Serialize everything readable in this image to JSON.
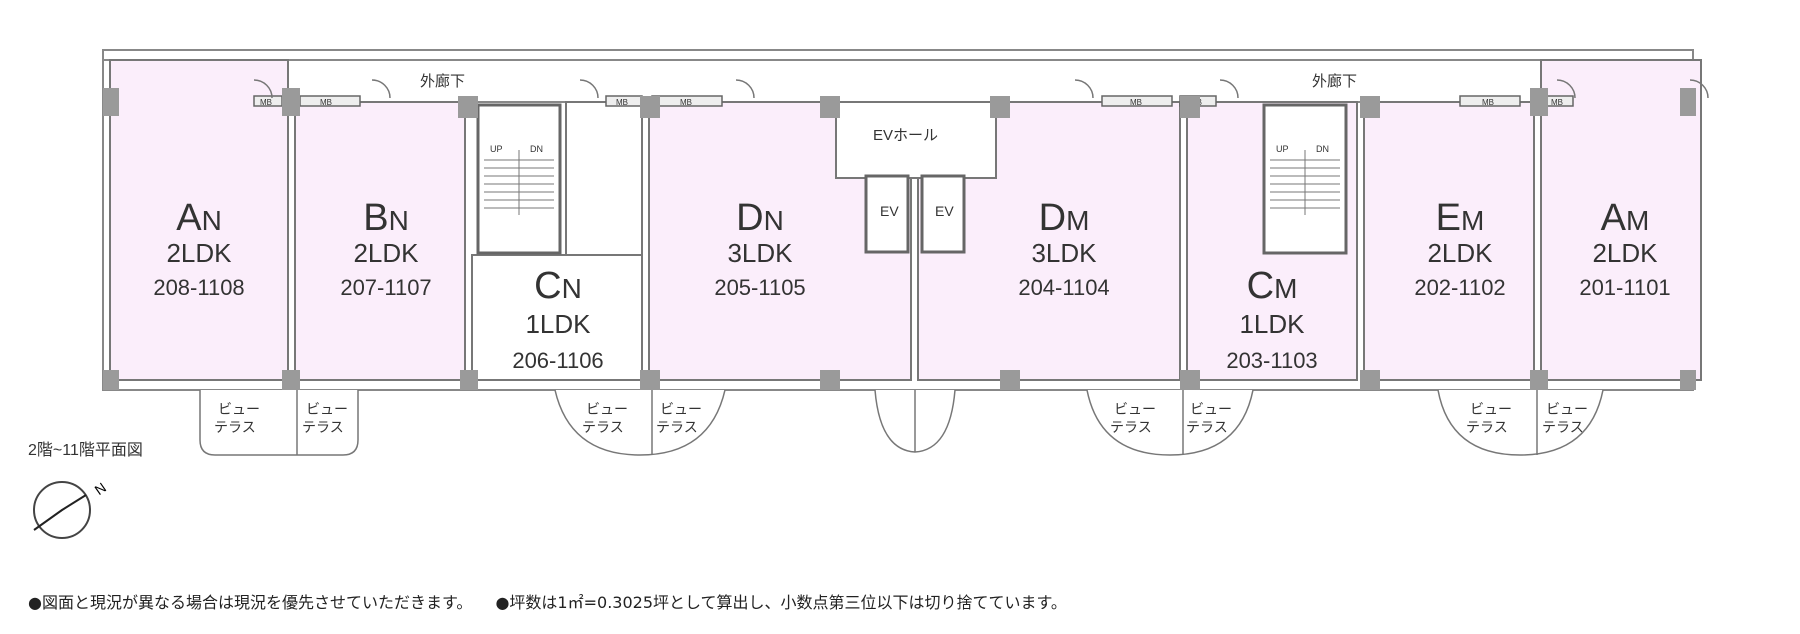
{
  "units": [
    {
      "key": "an",
      "letter": "A",
      "sub": "N",
      "type": "2LDK",
      "rooms": "208-1108"
    },
    {
      "key": "bn",
      "letter": "B",
      "sub": "N",
      "type": "2LDK",
      "rooms": "207-1107"
    },
    {
      "key": "cn",
      "letter": "C",
      "sub": "N",
      "type": "1LDK",
      "rooms": "206-1106"
    },
    {
      "key": "dn",
      "letter": "D",
      "sub": "N",
      "type": "3LDK",
      "rooms": "205-1105"
    },
    {
      "key": "dm",
      "letter": "D",
      "sub": "M",
      "type": "3LDK",
      "rooms": "204-1104"
    },
    {
      "key": "cm",
      "letter": "C",
      "sub": "M",
      "type": "1LDK",
      "rooms": "203-1103"
    },
    {
      "key": "em",
      "letter": "E",
      "sub": "M",
      "type": "2LDK",
      "rooms": "202-1102"
    },
    {
      "key": "am",
      "letter": "A",
      "sub": "M",
      "type": "2LDK",
      "rooms": "201-1101"
    }
  ],
  "labels": {
    "corridor": "外廊下",
    "ev_hall": "EVホール",
    "ev": "EV",
    "up": "UP",
    "dn": "DN",
    "mb": "MB",
    "terrace_line1": "ビュー",
    "terrace_line2": "テラス",
    "floor_caption": "2階~11階平面図",
    "north": "N"
  },
  "notes": [
    "●図面と現況が異なる場合は現況を優先させていただきます。",
    "●坪数は1㎡=0.3025坪として算出し、小数点第三位以下は切り捨てています。"
  ],
  "colors": {
    "unit_fill": "#fbeefb",
    "wall": "#8a8a8a",
    "pillar": "#9a9a9a",
    "line": "#666666"
  }
}
